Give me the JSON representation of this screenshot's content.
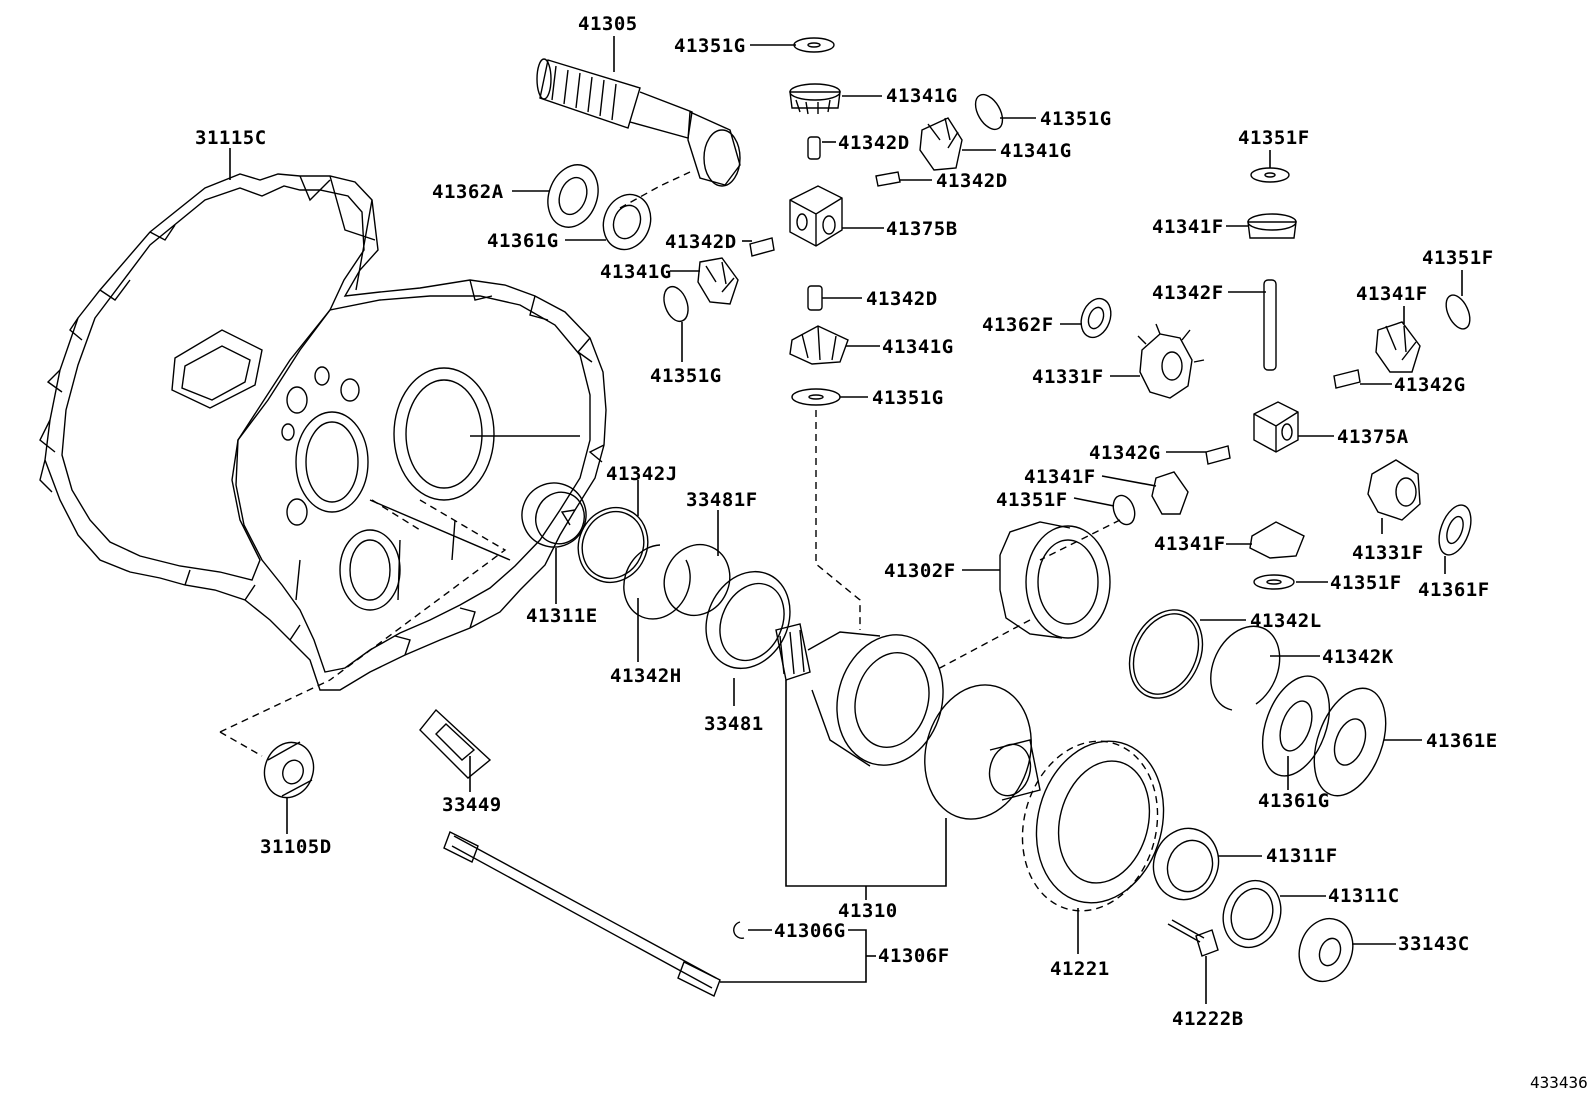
{
  "diagram_id": "433436",
  "parts": [
    {
      "id": "p41305",
      "number": "41305"
    },
    {
      "id": "p41351G_a",
      "number": "41351G"
    },
    {
      "id": "p41341G_a",
      "number": "41341G"
    },
    {
      "id": "p41351G_b",
      "number": "41351G"
    },
    {
      "id": "p41342D_a",
      "number": "41342D"
    },
    {
      "id": "p41341G_b",
      "number": "41341G"
    },
    {
      "id": "p41342D_b",
      "number": "41342D"
    },
    {
      "id": "p31115C",
      "number": "31115C"
    },
    {
      "id": "p41362A",
      "number": "41362A"
    },
    {
      "id": "p41361G_a",
      "number": "41361G"
    },
    {
      "id": "p41342D_c",
      "number": "41342D"
    },
    {
      "id": "p41375B",
      "number": "41375B"
    },
    {
      "id": "p41341G_c",
      "number": "41341G"
    },
    {
      "id": "p41351G_c",
      "number": "41351G"
    },
    {
      "id": "p41342D_d",
      "number": "41342D"
    },
    {
      "id": "p41341G_d",
      "number": "41341G"
    },
    {
      "id": "p41351G_d",
      "number": "41351G"
    },
    {
      "id": "p41351F_a",
      "number": "41351F"
    },
    {
      "id": "p41341F_a",
      "number": "41341F"
    },
    {
      "id": "p41351F_b",
      "number": "41351F"
    },
    {
      "id": "p41342F",
      "number": "41342F"
    },
    {
      "id": "p41341F_b",
      "number": "41341F"
    },
    {
      "id": "p41362F",
      "number": "41362F"
    },
    {
      "id": "p41331F_a",
      "number": "41331F"
    },
    {
      "id": "p41342G_a",
      "number": "41342G"
    },
    {
      "id": "p41375A",
      "number": "41375A"
    },
    {
      "id": "p41342G_b",
      "number": "41342G"
    },
    {
      "id": "p41341F_c",
      "number": "41341F"
    },
    {
      "id": "p41351F_c",
      "number": "41351F"
    },
    {
      "id": "p41342J",
      "number": "41342J"
    },
    {
      "id": "p33481F",
      "number": "33481F"
    },
    {
      "id": "p41331F_b",
      "number": "41331F"
    },
    {
      "id": "p41341F_d",
      "number": "41341F"
    },
    {
      "id": "p41302F",
      "number": "41302F"
    },
    {
      "id": "p41351F_d",
      "number": "41351F"
    },
    {
      "id": "p41361F",
      "number": "41361F"
    },
    {
      "id": "p41311E",
      "number": "41311E"
    },
    {
      "id": "p41342L",
      "number": "41342L"
    },
    {
      "id": "p41342K",
      "number": "41342K"
    },
    {
      "id": "p41342H",
      "number": "41342H"
    },
    {
      "id": "p33481",
      "number": "33481"
    },
    {
      "id": "p41361E",
      "number": "41361E"
    },
    {
      "id": "p41361G_b",
      "number": "41361G"
    },
    {
      "id": "p33449",
      "number": "33449"
    },
    {
      "id": "p31105D",
      "number": "31105D"
    },
    {
      "id": "p41311F",
      "number": "41311F"
    },
    {
      "id": "p41311C",
      "number": "41311C"
    },
    {
      "id": "p41310",
      "number": "41310"
    },
    {
      "id": "p33143C",
      "number": "33143C"
    },
    {
      "id": "p41306G",
      "number": "41306G"
    },
    {
      "id": "p41306F",
      "number": "41306F"
    },
    {
      "id": "p41221",
      "number": "41221"
    },
    {
      "id": "p41222B",
      "number": "41222B"
    }
  ]
}
